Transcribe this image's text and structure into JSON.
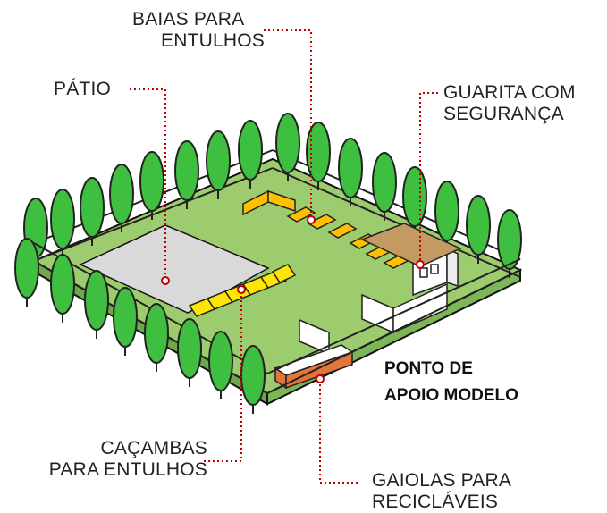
{
  "title": [
    "PONTO DE",
    "APOIO MODELO"
  ],
  "labels": {
    "patio": "PÁTIO",
    "baias": [
      "BAIAS PARA",
      "ENTULHOS"
    ],
    "guarita": [
      "GUARITA COM",
      "SEGURANÇA"
    ],
    "cacambas": [
      "CAÇAMBAS",
      "PARA ENTULHOS"
    ],
    "gaiolas": [
      "GAIOLAS PARA",
      "RECICLÁVEIS"
    ]
  },
  "colors": {
    "ground": "#9ccc6e",
    "patio": "#d9d9d9",
    "tree": "#3fbf3f",
    "bay": "#ffc000",
    "dumpster": "#ffe600",
    "roof": "#c49a63",
    "cage": "#e2763a",
    "leader": "#c00000"
  }
}
